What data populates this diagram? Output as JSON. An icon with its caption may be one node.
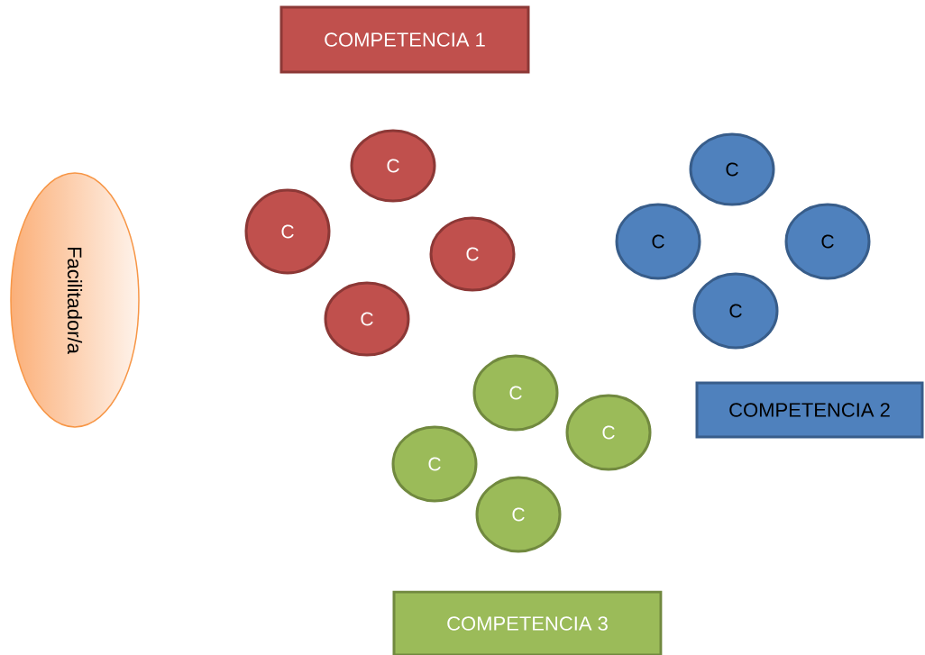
{
  "diagram": {
    "nodes": [
      {
        "text": [
          "Facilitador/a"
        ]
      },
      {
        "text": [
          "COMPETENCIA 1"
        ]
      },
      {
        "text": [
          "C"
        ]
      },
      {
        "text": [
          "C"
        ]
      },
      {
        "text": [
          "C"
        ]
      },
      {
        "text": [
          "C"
        ]
      },
      {
        "text": [
          "C"
        ]
      },
      {
        "text": [
          "C"
        ]
      },
      {
        "text": [
          "C"
        ]
      },
      {
        "text": [
          "C"
        ]
      },
      {
        "text": [
          "COMPETENCIA 2"
        ]
      },
      {
        "text": [
          "C"
        ]
      },
      {
        "text": [
          "C"
        ]
      },
      {
        "text": [
          "C"
        ]
      },
      {
        "text": [
          "C"
        ]
      },
      {
        "text": [
          "COMPETENCIA 3"
        ]
      }
    ]
  }
}
